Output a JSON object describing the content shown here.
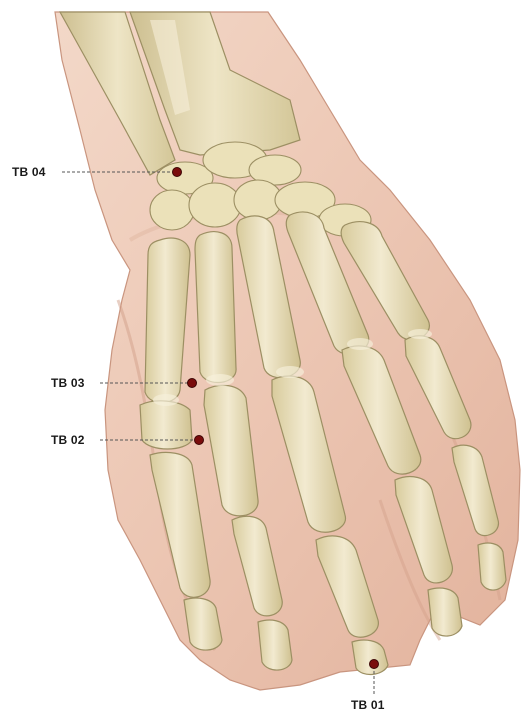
{
  "points": [
    {
      "id": "tb04",
      "label": "TB 04"
    },
    {
      "id": "tb03",
      "label": "TB 03"
    },
    {
      "id": "tb02",
      "label": "TB 02"
    },
    {
      "id": "tb01",
      "label": "TB 01"
    }
  ],
  "colors": {
    "skin": "#ecc9b7",
    "skin_shadow": "#d9a893",
    "bone": "#ebe1b9",
    "bone_shadow": "#c9bb8a",
    "bone_outline": "#9c8f63",
    "marker": "#7a0c0c",
    "leader": "#555555"
  }
}
